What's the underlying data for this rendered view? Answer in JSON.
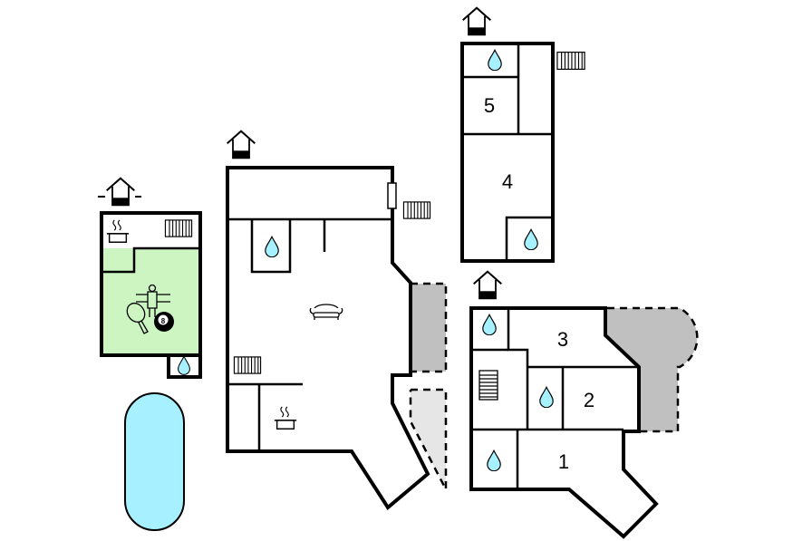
{
  "colors": {
    "wall": "#000000",
    "game_room_fill": "#ccf5c2",
    "terrace_fill": "#c0c0c0",
    "terrace_light_fill": "#e6e6e6",
    "pool_fill": "#a6f0ff",
    "water_drop": "#a6f0ff"
  },
  "rooms": {
    "r1": "1",
    "r2": "2",
    "r3": "3",
    "r4": "4",
    "r5": "5"
  },
  "icons": {
    "entrance": "house-entrance-icon",
    "bathroom": "water-drop-icon",
    "stairs": "stairs-icon",
    "kitchen": "cooking-pot-icon",
    "living": "sofa-icon",
    "table_football": "table-football-icon",
    "table_tennis": "table-tennis-icon",
    "billiards": "billiard-ball-icon",
    "pool": "swimming-pool"
  },
  "billiard_ball_label": "8"
}
